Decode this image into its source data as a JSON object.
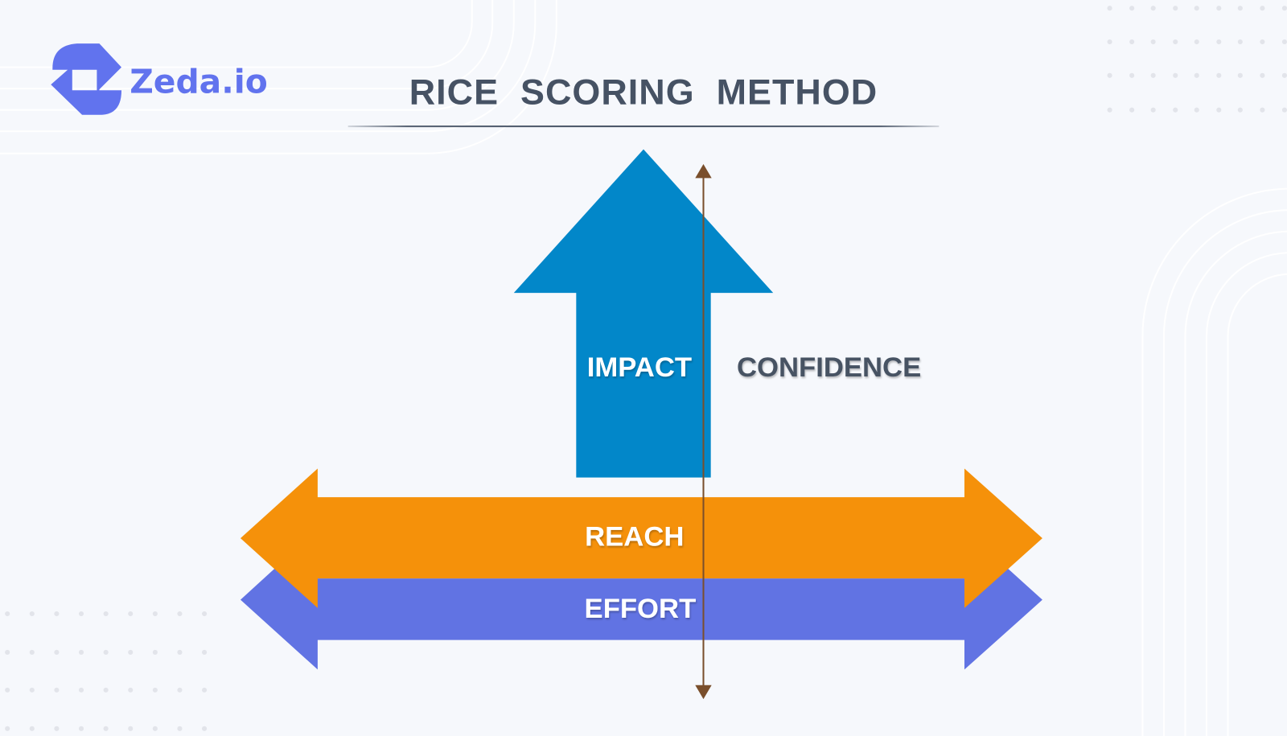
{
  "brand": {
    "name": "Zeda.io",
    "color": "#6173ee"
  },
  "header": {
    "title": "RICE  SCORING  METHOD",
    "title_color": "#465264"
  },
  "diagram": {
    "impact": {
      "label": "IMPACT",
      "color": "#0287c9"
    },
    "confidence": {
      "label": "CONFIDENCE",
      "color": "#465264",
      "axis_color": "#7a4f2c"
    },
    "reach": {
      "label": "REACH",
      "color": "#f5910a"
    },
    "effort": {
      "label": "EFFORT",
      "color": "#6173e3"
    }
  },
  "background": {
    "color": "#f6f8fc",
    "dot_color": "#e2e4ea",
    "line_color": "#ffffff"
  }
}
